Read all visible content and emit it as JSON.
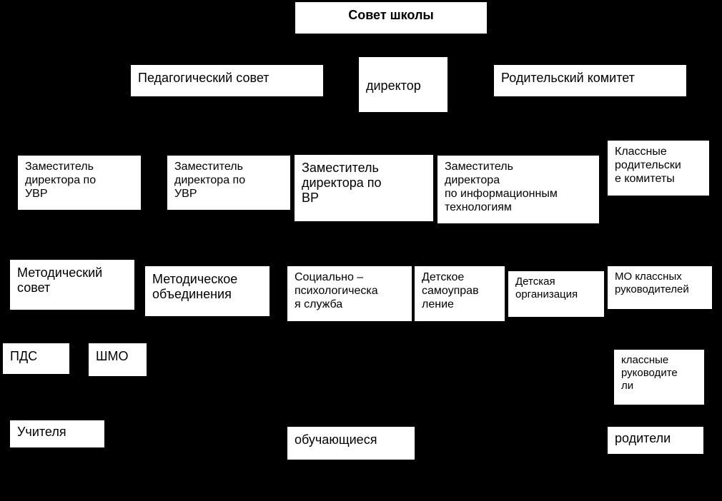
{
  "colors": {
    "background": "#000000",
    "box": "#ffffff",
    "text": "#000000"
  },
  "diagram": {
    "council": "Совет школы",
    "pedagogical_council": "Педагогический совет",
    "director": "директор",
    "parent_committee": "Родительский комитет",
    "deputy_uvr_1": "Заместитель\nдиректора по\nУВР",
    "deputy_uvr_2": "Заместитель\nдиректора по\nУВР",
    "deputy_vr": "Заместитель\nдиректора по\nВР",
    "deputy_it": "Заместитель\nдиректора\nпо информационным\nтехнологиям",
    "class_parent_committees": "Классные\nродительски\nе комитеты",
    "methodical_council": "Методический\nсовет",
    "methodical_union": "Методическое\nобъединения",
    "social_psych_service": "Социально –\nпсихологическа\nя служба",
    "student_self_government": "Детское\nсамоуправ\nление",
    "children_org": "Детская\nорганизация",
    "mo_class_teachers": "МО классных\nруководителей",
    "pds": "ПДС",
    "shmo": "ШМО",
    "class_teachers": "классные\nруководите\nли",
    "teachers": "Учителя",
    "students": "обучающиеся",
    "parents": "родители"
  }
}
